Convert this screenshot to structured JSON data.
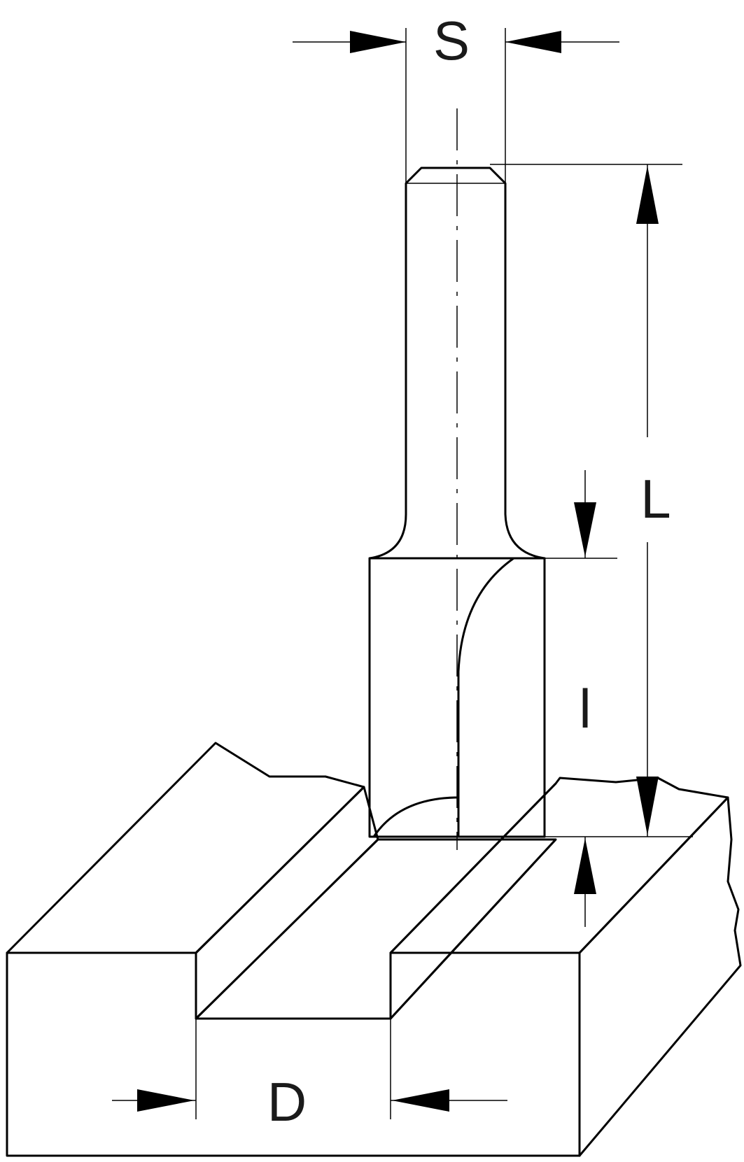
{
  "labels": {
    "shank_diameter": "S",
    "overall_length": "L",
    "cutting_length": "l",
    "cutting_diameter": "D"
  },
  "colors": {
    "wood": "#ebd2b3",
    "shank": "#d0dbee",
    "cutter_body": "#b7c9e7",
    "flute": "#6e97cf",
    "outline": "#000000",
    "background": "#ffffff"
  }
}
